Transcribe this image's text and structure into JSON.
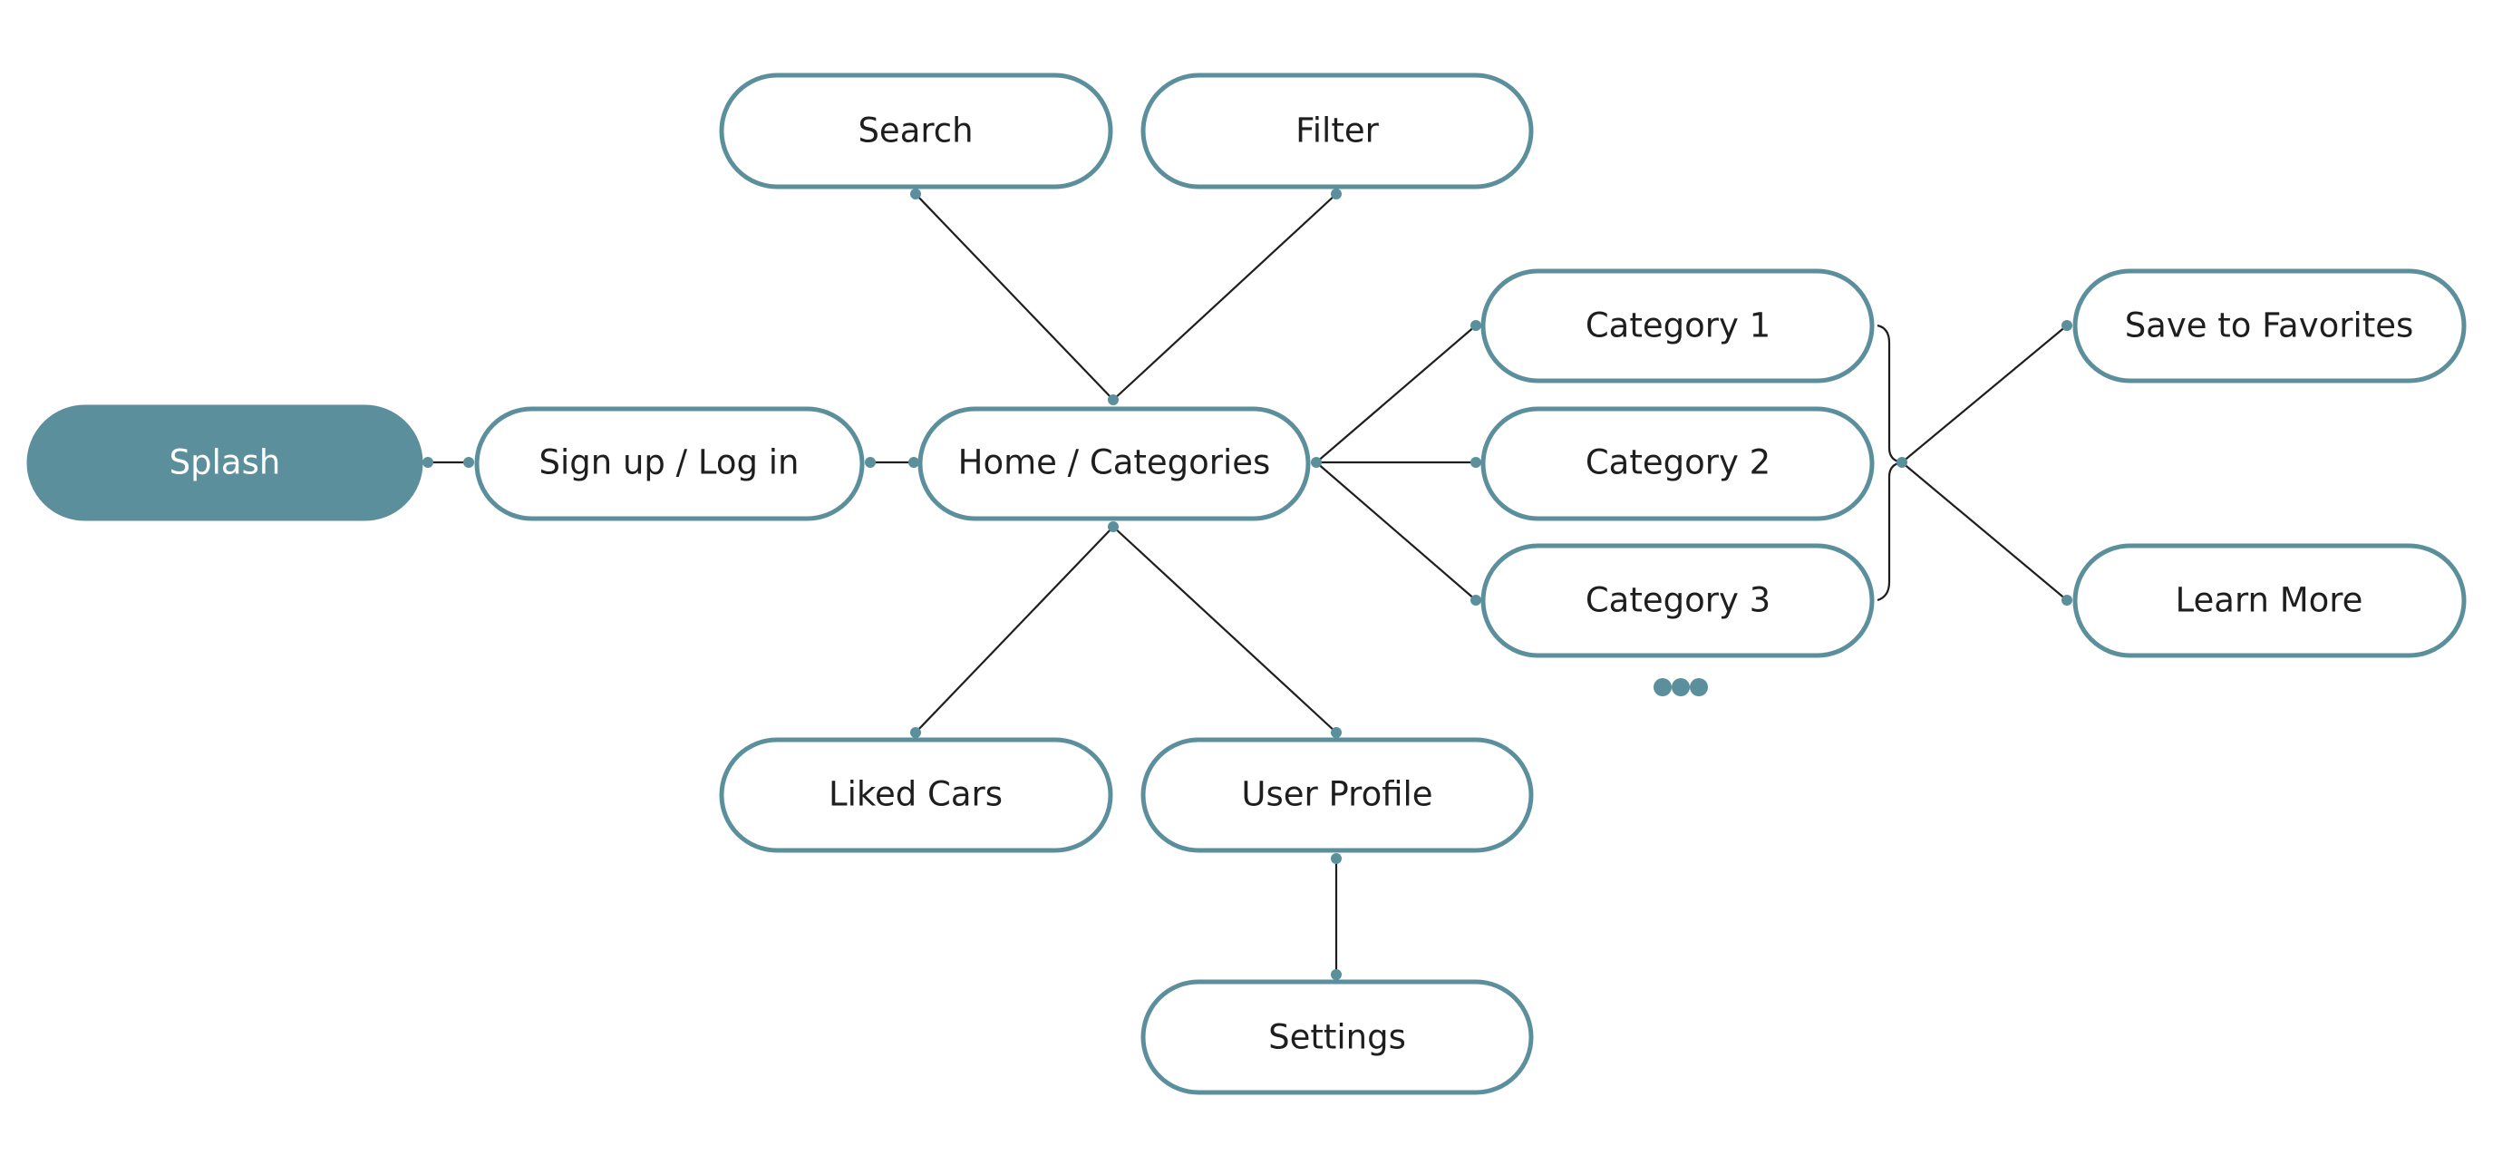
{
  "colors": {
    "accent": "#5b8f9c",
    "line": "#1e1e1e",
    "text": "#1e1e1e",
    "background": "#ffffff"
  },
  "nodes": {
    "splash": "Splash",
    "signup": "Sign up / Log in",
    "home": "Home / Categories",
    "search": "Search",
    "filter": "Filter",
    "liked_cars": "Liked Cars",
    "user_profile": "User Profile",
    "settings": "Settings",
    "category_1": "Category 1",
    "category_2": "Category 2",
    "category_3": "Category 3",
    "save_favorites": "Save to Favorites",
    "learn_more": "Learn More"
  },
  "more_indicator_icon": "ellipsis-icon"
}
